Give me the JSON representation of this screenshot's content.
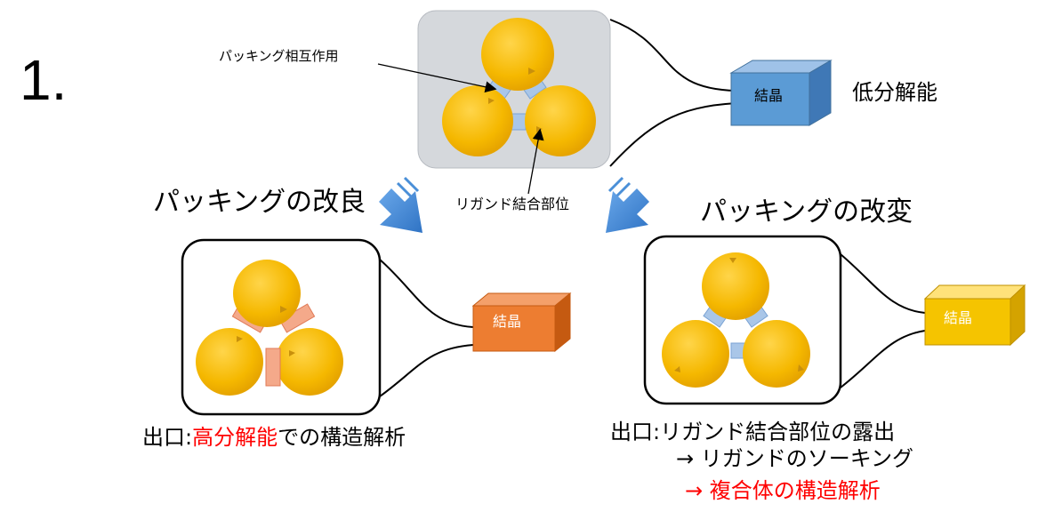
{
  "step_number": "1.",
  "labels": {
    "packing_interaction": "パッキング相互作用",
    "ligand_site": "リガンド結合部位"
  },
  "crystal": {
    "label": "結晶",
    "top_resolution": "低分解能",
    "colors": {
      "top": "#5b9bd5",
      "left": "#ed7d31",
      "right": "#f5c400"
    }
  },
  "branches": {
    "left": {
      "title": "パッキングの改良",
      "outlet_prefix": "出口:",
      "outlet_highlight": "高分解能",
      "outlet_suffix": "での構造解析"
    },
    "right": {
      "title": "パッキングの改変",
      "outlet_prefix": "出口:",
      "outlet_rest": "リガンド結合部位の露出",
      "arrow_line1": "→ リガンドのソーキング",
      "arrow_line2": "→ 複合体の構造解析"
    }
  },
  "colors": {
    "sphere": "#f5b800",
    "contact_blue": "#a9c6e8",
    "contact_orange": "#f4a98a",
    "arrow": "#4a8fd8",
    "highlight": "#ff0000"
  }
}
